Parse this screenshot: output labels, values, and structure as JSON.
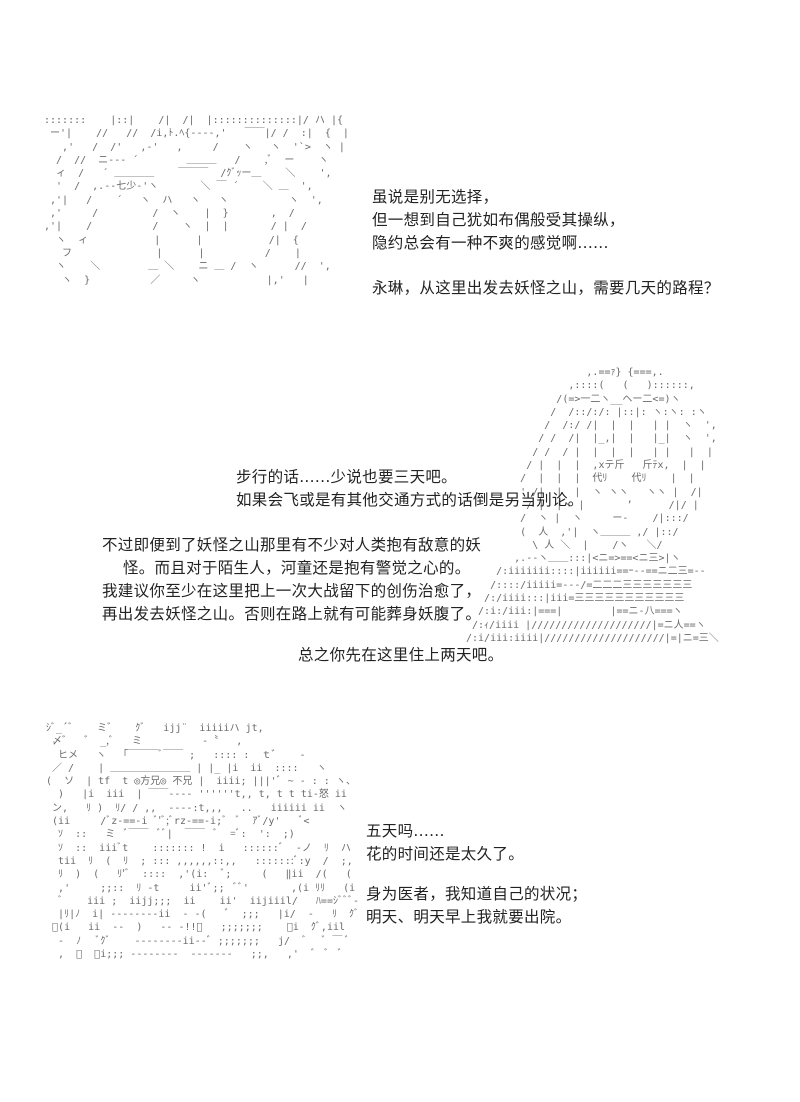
{
  "panels": [
    {
      "ascii_art_description": "close-up of a face with hair strands, drawn in ASCII art",
      "ascii_lines": [
        ":::::::    |::|    /|  /|  |::::::::::::::|/ ハ |{   |",
        " ー'|    //   //  /i,ﾄ.ﾍ{-‐‐‐,'   ￣￣|/ /  :|  {  |",
        "   ,'   /  /'   ,‐'   ,     /    ヽ   ヽ  '`>  ヽ |",
        "  /  //  ニ-‐‐ ´        ＿＿＿   /    ,ﾞ  ー    ヽ",
        "  ィ  /   ´ ＿＿＿＿    ￣￣￣  /ｸﾞｯー＿    ＼    ',",
        "  '  /  ,.-‐七少‐'ヽ       ＼ ￣ ´    ＼ ＿  ',",
        " ,'|   /    ´   ヽ  ハ   ヽ   ヽ          ヽ  ',",
        " ,'     /         /  ヽ    |  }       ,  /",
        ",'|    /          /    ヽ  |  |       / |  /",
        "  ヽ  ィ           |      |           /|  {",
        "   フ              |      |          /    |",
        "  ヽ    ＼        ＿ ＼    ニ ＿ /  ヽ      //  ',",
        "   ヽ  }          ／     ヽ           |,'   |"
      ],
      "lines": [
        "虽说是别无选择，",
        "但一想到自己犹如布偶般受其操纵，",
        "隐约总会有一种不爽的感觉啊......"
      ],
      "question": "永琳，从这里出发去妖怪之山，需要几天的路程？"
    },
    {
      "ascii_art_description": "seated character with braided hair and a table, drawn in ASCII art",
      "ascii_lines": [
        "                    ,.==ｧ} {===,.",
        "                 ,::::(   (   )::::::,",
        "               /(=>一二ヽ__ヘー二<=)ヽ",
        "              /  /::/:/: |::|: ヽ:ヽ: :ヽ",
        "             /  /:/ /|  |  |   | |  ヽ  ',",
        "            / /  /|  |_,|  |   |_|  ヽ  ',",
        "           / /  / |  |  |  |   | |   |  |",
        "          / |  |  |  ,xテ斤   斤ﾃx,  |  |",
        "         /  |  |  |  代ﾘ    代ﾘ    |  |",
        "         ' /|  |  |  ヽ ヽヽ   ヽヽ |  /|",
        "          / |  |ヽ |       ’      /|/ |",
        "         /  ヽ |  ヽ     ー‐    /|:::/",
        "         (  人  ,'|  ヽ＿＿＿ ,/ |::/",
        "           \\ 人 ＼  |    /ヽ   ＼/",
        "        ,.-‐ヽ＿＿:::|<ニ=>==<ニ三>|ヽ",
        "     /:iiiiiii::::|iiiiii==ｰ--==ニ二三=‐‐",
        "    /::::/iiiii=---/=二二二三三三三三三三",
        "   /:/iiii:::|iii=三三三三三三三三三三三",
        "  /:i:/iii:|===|        |==ニ-八===ヽ",
        " /:ｨ/iiii |////////////////////|=ニ人==ヽ",
        "/:i/iii:iiii|////////////////////|=|ニ=三＼"
      ],
      "lines_top": [
        "步行的话......少说也要三天吧。",
        "如果会飞或是有其他交通方式的话倒是另当别论。"
      ],
      "lines_middle": [
        "不过即便到了妖怪之山那里有不少对人类抱有敌意的妖",
        "    怪。而且对于陌生人，河童还是抱有警觉之心的。",
        "我建议你至少在这里把上一次大战留下的创伤治愈了，",
        "再出发去妖怪之山。否则在路上就有可能葬身妖腹了。"
      ],
      "line_bottom": "总之你先在这里住上两天吧。"
    },
    {
      "ascii_art_description": "character portrait with decorated headband and hair, drawn in ASCII art",
      "ascii_lines": [
        " ｼﾞ_´ﾞ    ミ゛   ｸﾞ   ijj¨  iiiiiハ jt,",
        "  〆゛  ゛ _,ﾞ   ミ          ‐〝   ,",
        "   ヒメ   ヽ  「￣￣￣ﾞ￣￣ ;   :::: :  ｔ゛   ‐",
        "  ／ /    | ＿＿＿＿＿＿＿＿ | |_ |i  ii  ::::   ヽ",
        " (  ソ  | tf  t ◎方兄◎ 不兄 |  iiii; |||'ﾞ ~ ‐ : : ヽ、",
        "   )   |i  iii  | ￣￣‐‐‐‐ ''''''t,, t, t t ti‐怒 ii  |  ヽソ",
        "  ン,   ﾘ )  ﾘ/ / ,,  ‐‐‐‐:t,,,   ..   iiiiii ii  ヽ  ソ",
        "  (ii     /ﾞz‐==‐i ﾞ'ﾞ;ﾞrz‐==‐i;ﾞ  ﾞ  ｱﾞ/y'   ﾞ<",
        "   ｿ  ::   ミ  ﾞ￣￣  ﾞﾞ|  ￣￣  ﾞ  =ﾞ:  ':  ;)",
        "   ｿ  ::  iiiﾞt    ::::::: !  i   ::::::ﾞ  ‐ノ  ﾘ  ハ  ,",
        "   tii  ﾘ  (  ﾘ  ; ::: ,,,,,,::,,   :::::::ﾞ:y  /  ;,  ﾘ",
        "   ﾘ  )  (   ﾘ'ﾞ  ::::  ,'(i:  ﾞ;     (   ‖ii  /(   (",
        "   ,'     ;;::  ﾘ ‐t     ii'ﾞ;;  ﾞﾞ'       ,(i ﾘﾘ   (i    t",
        "   ﾞ    iii ;  iijj;;;  ii    ii'  iijiiil/   ﾊ==ｼﾞﾞﾞ‐ﾂ  ",
        "   |ﾘ|ﾉ  i| ‐‐‐‐‐‐‐‐ii  ‐ ‐(   ﾞ  ;;;   |i/  ‐   ﾘ  ｸﾞ",
        "  ﾞ(i   ii  ‐‐  )   ‐‐ ‐!!ﾞ   ;;;;;;;    ﾞi  ｸﾞ,iil  iiji",
        "   ‐  ﾉ   ﾞｸﾞ    ‐‐‐‐‐‐‐‐ii‐‐ﾞ ;;;;;;;   j/  ﾞ   ﾞ ￣ ﾞ",
        "   ,  ﾞ  ＼i;;; ‐‐‐‐‐‐‐‐  ‐‐‐‐‐‐‐   ;;,   ,'  ﾞ  ﾞ  ﾞ"
      ],
      "lines_a": [
        "五天吗......",
        "花的时间还是太久了。"
      ],
      "lines_b": [
        "身为医者，我知道自己的状况；",
        "明天、明天早上我就要出院。"
      ]
    }
  ]
}
